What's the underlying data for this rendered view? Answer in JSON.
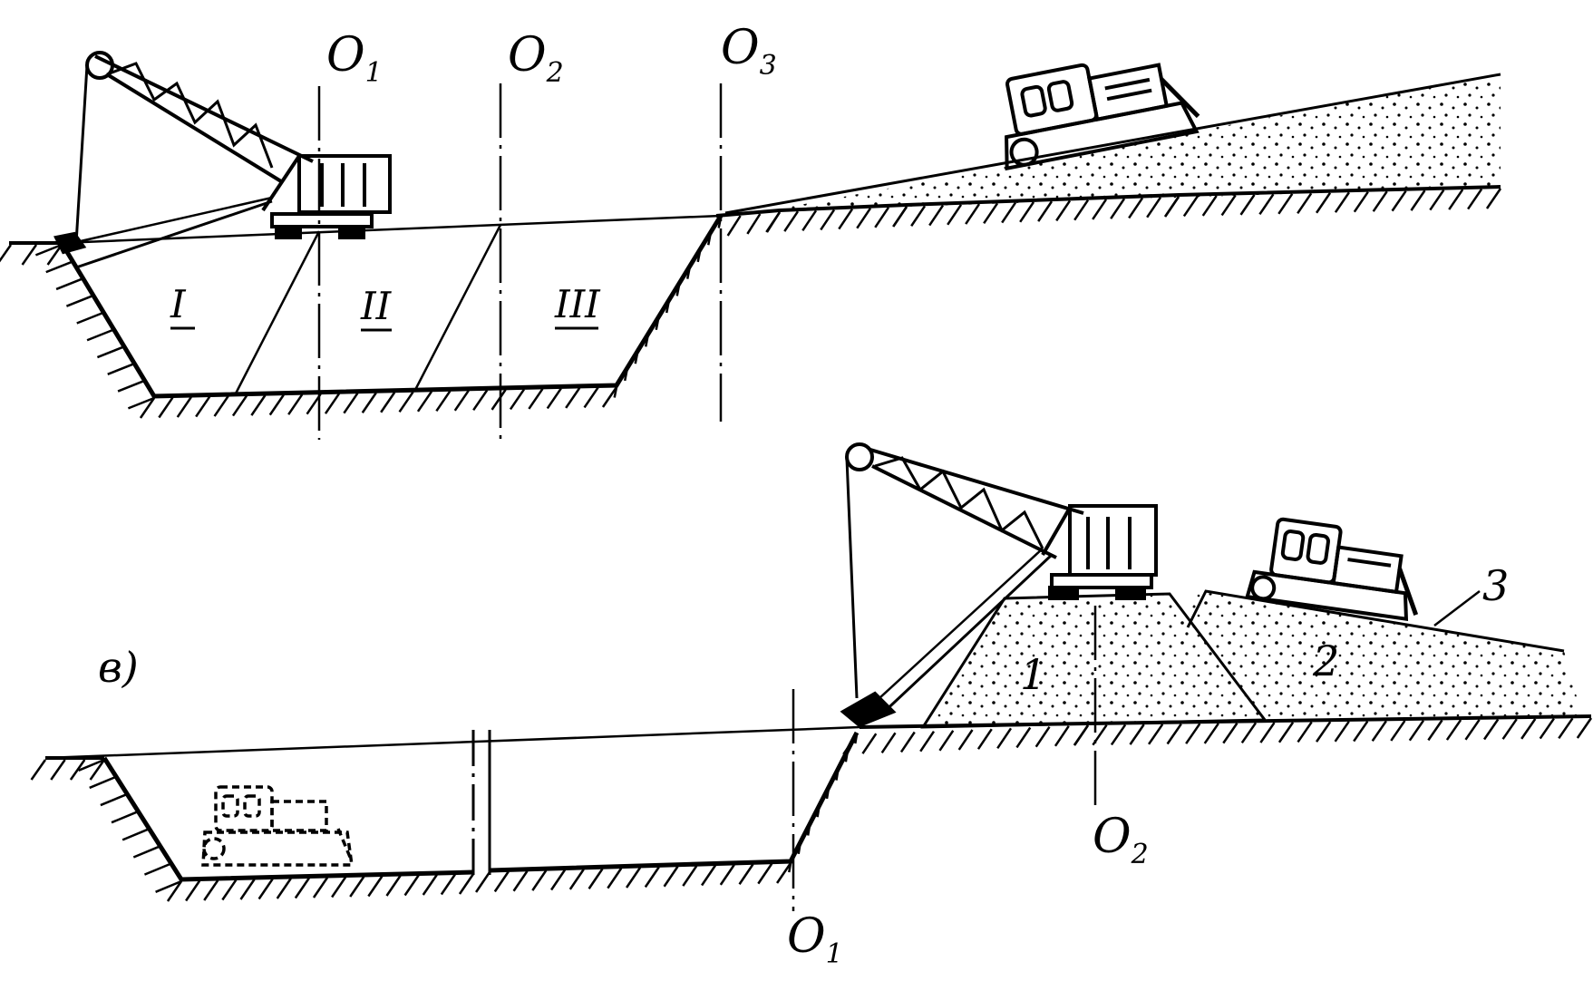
{
  "diagram_top": {
    "axes": [
      {
        "letter": "O",
        "sub": "1"
      },
      {
        "letter": "O",
        "sub": "2"
      },
      {
        "letter": "O",
        "sub": "3"
      }
    ],
    "zones": [
      "I",
      "II",
      "III"
    ]
  },
  "diagram_bottom": {
    "panel_label": "в)",
    "axes": [
      {
        "letter": "O",
        "sub": "1"
      },
      {
        "letter": "O",
        "sub": "2"
      }
    ],
    "mounds": [
      "1",
      "2"
    ],
    "callout": "3"
  },
  "colors": {
    "ink": "#000000",
    "paper": "#ffffff"
  },
  "icons": [
    "dragline-excavator-icon",
    "bulldozer-icon",
    "bucket-icon",
    "ground-hatch-icon",
    "soil-dots-icon"
  ]
}
